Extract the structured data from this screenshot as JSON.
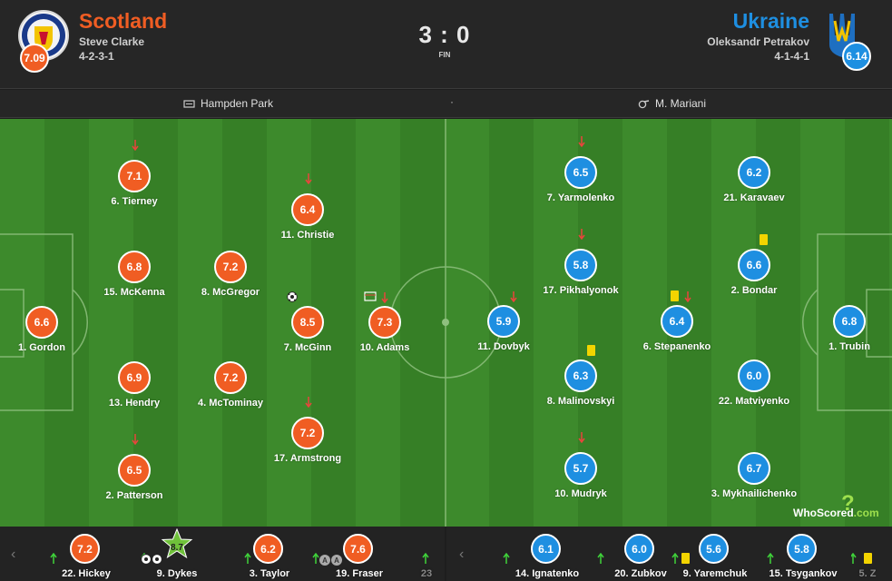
{
  "match": {
    "home": {
      "name": "Scotland",
      "coach": "Steve Clarke",
      "formation": "4-2-3-1",
      "rating": "7.09",
      "color": "#f05d23"
    },
    "away": {
      "name": "Ukraine",
      "coach": "Oleksandr Petrakov",
      "formation": "4-1-4-1",
      "rating": "6.14",
      "color": "#1e8fe1"
    },
    "score": "3 : 0",
    "status": "FIN"
  },
  "info": {
    "venue": "Hampden Park",
    "separator": "·",
    "referee": "M. Mariani"
  },
  "home_players": [
    {
      "rating": "7.1",
      "name": "6. Tierney"
    },
    {
      "rating": "6.4",
      "name": "11. Christie"
    },
    {
      "rating": "6.8",
      "name": "15. McKenna"
    },
    {
      "rating": "7.2",
      "name": "8. McGregor"
    },
    {
      "rating": "6.6",
      "name": "1. Gordon"
    },
    {
      "rating": "8.5",
      "name": "7. McGinn"
    },
    {
      "rating": "7.3",
      "name": "10. Adams"
    },
    {
      "rating": "6.9",
      "name": "13. Hendry"
    },
    {
      "rating": "7.2",
      "name": "4. McTominay"
    },
    {
      "rating": "7.2",
      "name": "17. Armstrong"
    },
    {
      "rating": "6.5",
      "name": "2. Patterson"
    }
  ],
  "away_players": [
    {
      "rating": "6.5",
      "name": "7. Yarmolenko"
    },
    {
      "rating": "6.2",
      "name": "21. Karavaev"
    },
    {
      "rating": "5.8",
      "name": "17. Pikhalyonok"
    },
    {
      "rating": "6.6",
      "name": "2. Bondar"
    },
    {
      "rating": "5.9",
      "name": "11. Dovbyk"
    },
    {
      "rating": "6.4",
      "name": "6. Stepanenko"
    },
    {
      "rating": "6.8",
      "name": "1. Trubin"
    },
    {
      "rating": "6.3",
      "name": "8. Malinovskyi"
    },
    {
      "rating": "6.0",
      "name": "22. Matviyenko"
    },
    {
      "rating": "5.7",
      "name": "10. Mudryk"
    },
    {
      "rating": "6.7",
      "name": "3. Mykhailichenko"
    }
  ],
  "home_subs": [
    {
      "rating": "7.2",
      "name": "22. Hickey"
    },
    {
      "rating": "8.7",
      "name": "9. Dykes"
    },
    {
      "rating": "6.2",
      "name": "3. Taylor"
    },
    {
      "rating": "7.6",
      "name": "19. Fraser"
    },
    {
      "rating": "",
      "name": "23"
    }
  ],
  "away_subs": [
    {
      "rating": "6.1",
      "name": "14. Ignatenko"
    },
    {
      "rating": "6.0",
      "name": "20. Zubkov"
    },
    {
      "rating": "5.6",
      "name": "9. Yaremchuk"
    },
    {
      "rating": "5.8",
      "name": "15. Tsygankov"
    },
    {
      "rating": "",
      "name": "5. Z"
    }
  ],
  "assist_badge": "A",
  "branding": {
    "site": "WhoScored",
    "tld": ".com"
  },
  "icons": {
    "sub_off": "red-down-arrow",
    "sub_on": "green-up-arrow",
    "goal": "football-icon",
    "card": "yellow-card-icon",
    "venue": "stadium-icon",
    "referee": "whistle-icon"
  },
  "colors": {
    "pitch_light": "#3d8a2c",
    "pitch_dark": "#367f26",
    "sub_off": "#e8453c",
    "sub_on": "#3fd23a",
    "yellow": "#f3d400"
  }
}
